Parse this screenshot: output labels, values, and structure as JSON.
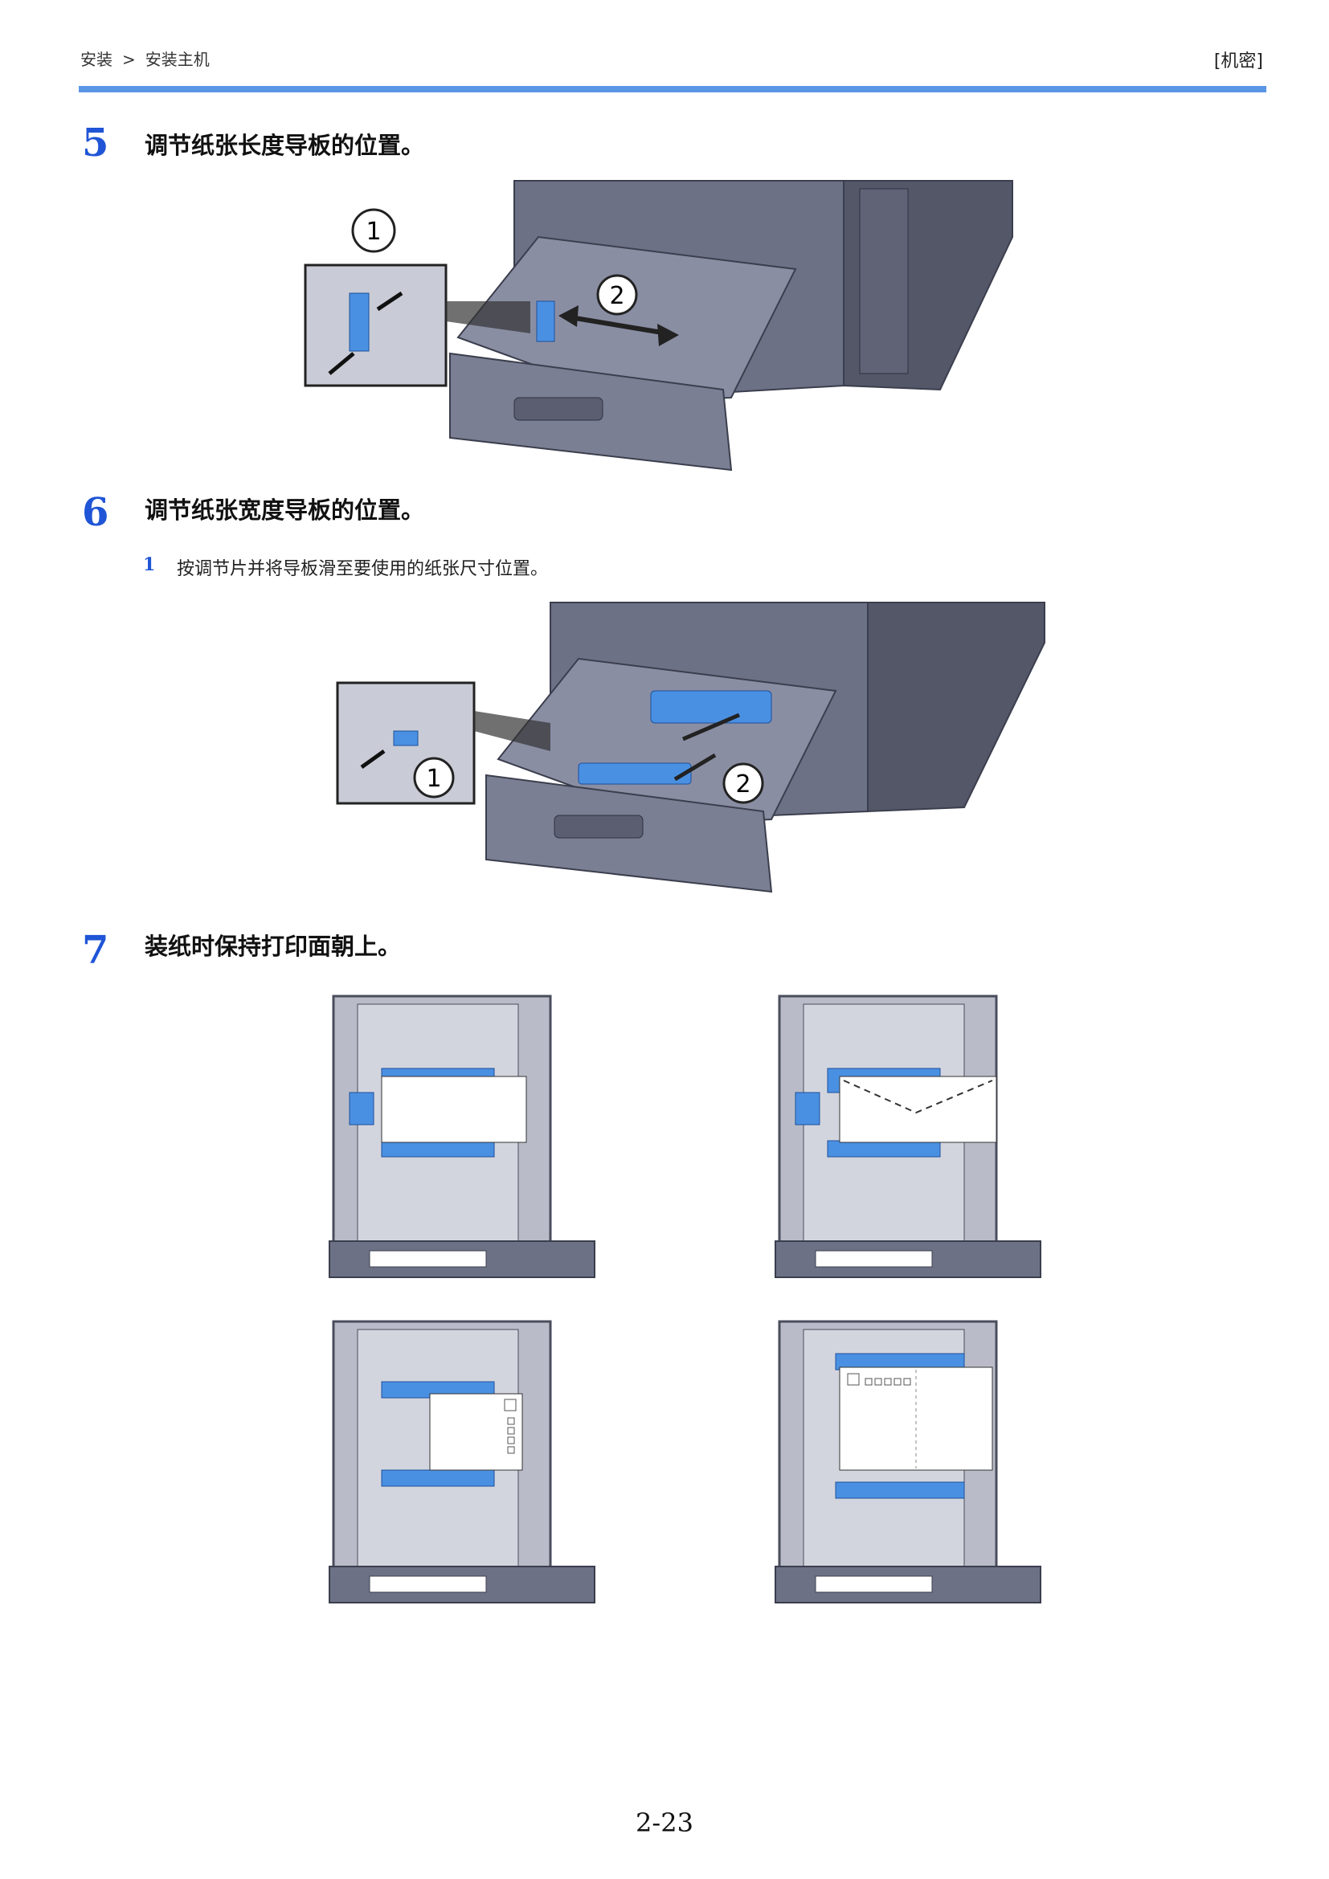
{
  "header": {
    "breadcrumb": [
      "安装",
      "安装主机"
    ],
    "separator": ">",
    "classification": "[机密]"
  },
  "steps": [
    {
      "number": "5",
      "title": "调节纸张长度导板的位置。",
      "callouts": [
        "1",
        "2"
      ]
    },
    {
      "number": "6",
      "title": "调节纸张宽度导板的位置。",
      "substeps": [
        {
          "number": "1",
          "text": "按调节片并将导板滑至要使用的纸张尺寸位置。"
        }
      ],
      "callouts": [
        "1",
        "2"
      ]
    },
    {
      "number": "7",
      "title": "装纸时保持打印面朝上。"
    }
  ],
  "footer": {
    "page_number": "2-23"
  },
  "colors": {
    "accent": "#1f55d6",
    "rule": "#5b95e6",
    "guide_blue": "#4a90e2",
    "tray_gray": "#7b7f93"
  }
}
